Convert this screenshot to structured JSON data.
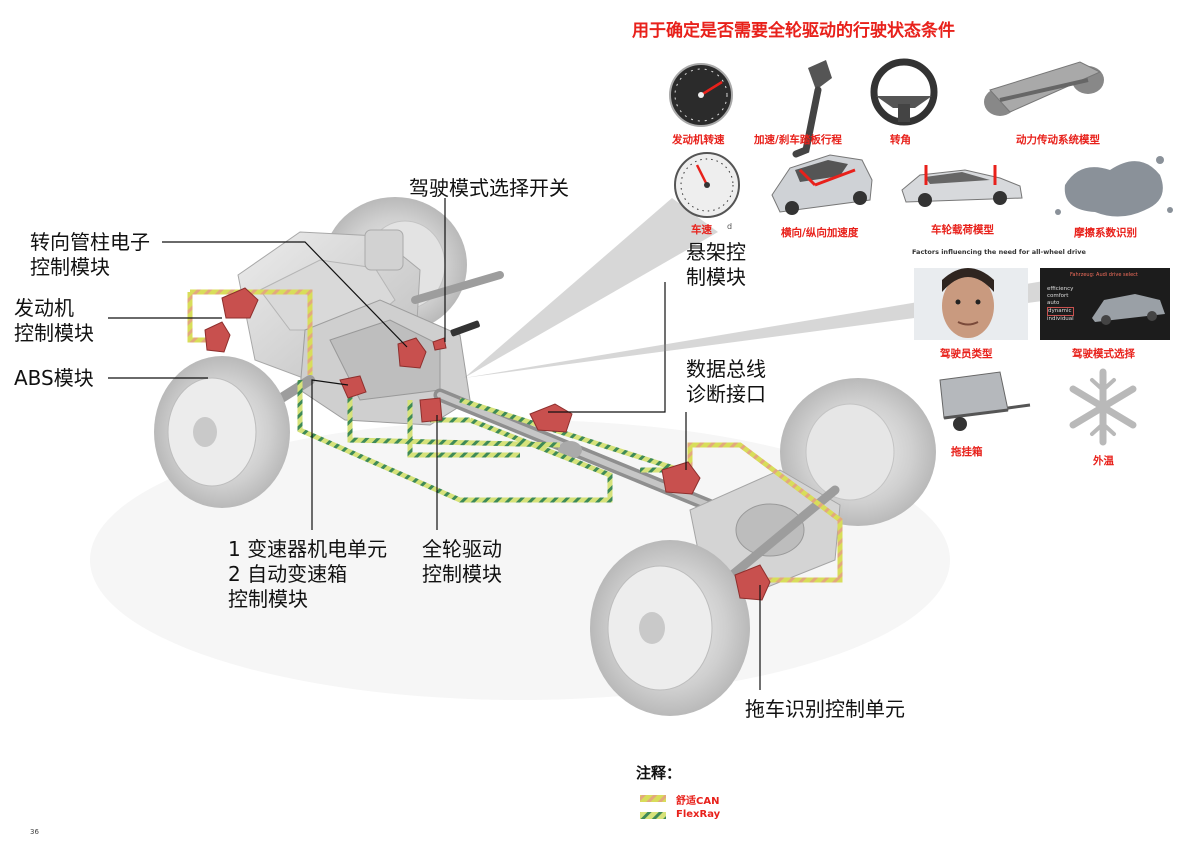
{
  "panel": {
    "title": "用于确定是否需要全轮驱动的行驶状态条件",
    "factors_caption": "Factors influencing the need for all-wheel drive",
    "icons": [
      {
        "id": "engine-speed",
        "icon": "tachometer-icon",
        "label": "发动机转速"
      },
      {
        "id": "pedal-travel",
        "icon": "pedal-icon",
        "label": "加速/刹车踏板行程"
      },
      {
        "id": "steering-angle",
        "icon": "steering-wheel-icon",
        "label": "转角"
      },
      {
        "id": "drivetrain-model",
        "icon": "drivetrain-icon",
        "label": "动力传动系统模型"
      },
      {
        "id": "vehicle-speed",
        "icon": "speedometer-icon",
        "label": "车速"
      },
      {
        "id": "acceleration",
        "icon": "car-acceleration-icon",
        "label": "横向/纵向加速度"
      },
      {
        "id": "wheel-load",
        "icon": "car-load-icon",
        "label": "车轮载荷模型"
      },
      {
        "id": "friction",
        "icon": "friction-splash-icon",
        "label": "摩擦系数识别"
      },
      {
        "id": "driver-type",
        "icon": "driver-face-icon",
        "label": "驾驶员类型"
      },
      {
        "id": "drive-mode",
        "icon": "drive-mode-screen-icon",
        "label": "驾驶模式选择"
      },
      {
        "id": "trailer",
        "icon": "trailer-icon",
        "label": "拖挂箱"
      },
      {
        "id": "outside-temp",
        "icon": "snowflake-icon",
        "label": "外温"
      }
    ],
    "speedo_mark": "d",
    "drive_mode_screen": {
      "heading": "Fahrzeug: Audi drive select",
      "menu": [
        "efficiency",
        "comfort",
        "auto",
        "dynamic",
        "individual"
      ]
    }
  },
  "callouts": {
    "steering_column": [
      "转向管柱电子",
      "控制模块"
    ],
    "engine": [
      "发动机",
      "控制模块"
    ],
    "abs": [
      "ABS模块"
    ],
    "drive_mode_switch": [
      "驾驶模式选择开关"
    ],
    "suspension": [
      "悬架控",
      "制模块"
    ],
    "diag_interface": [
      "数据总线",
      "诊断接口"
    ],
    "transmission": [
      "1 变速器机电单元",
      "2 自动变速箱",
      "控制模块"
    ],
    "awd": [
      "全轮驱动",
      "控制模块"
    ],
    "trailer_unit": [
      "拖车识别控制单元"
    ]
  },
  "legend": {
    "title": "注释：",
    "items": [
      {
        "label": "舒适CAN",
        "stripe1": "#c9d44a",
        "stripe2": "#e8a97a"
      },
      {
        "label": "FlexRay",
        "stripe1": "#d6e27a",
        "stripe2": "#3e8a57"
      }
    ]
  },
  "page_number": "36",
  "colors": {
    "accent_red": "#e8211b",
    "module_red": "#c8504e",
    "can_yellow": "#d9d64a",
    "flexray_green": "#4a9a5a"
  }
}
